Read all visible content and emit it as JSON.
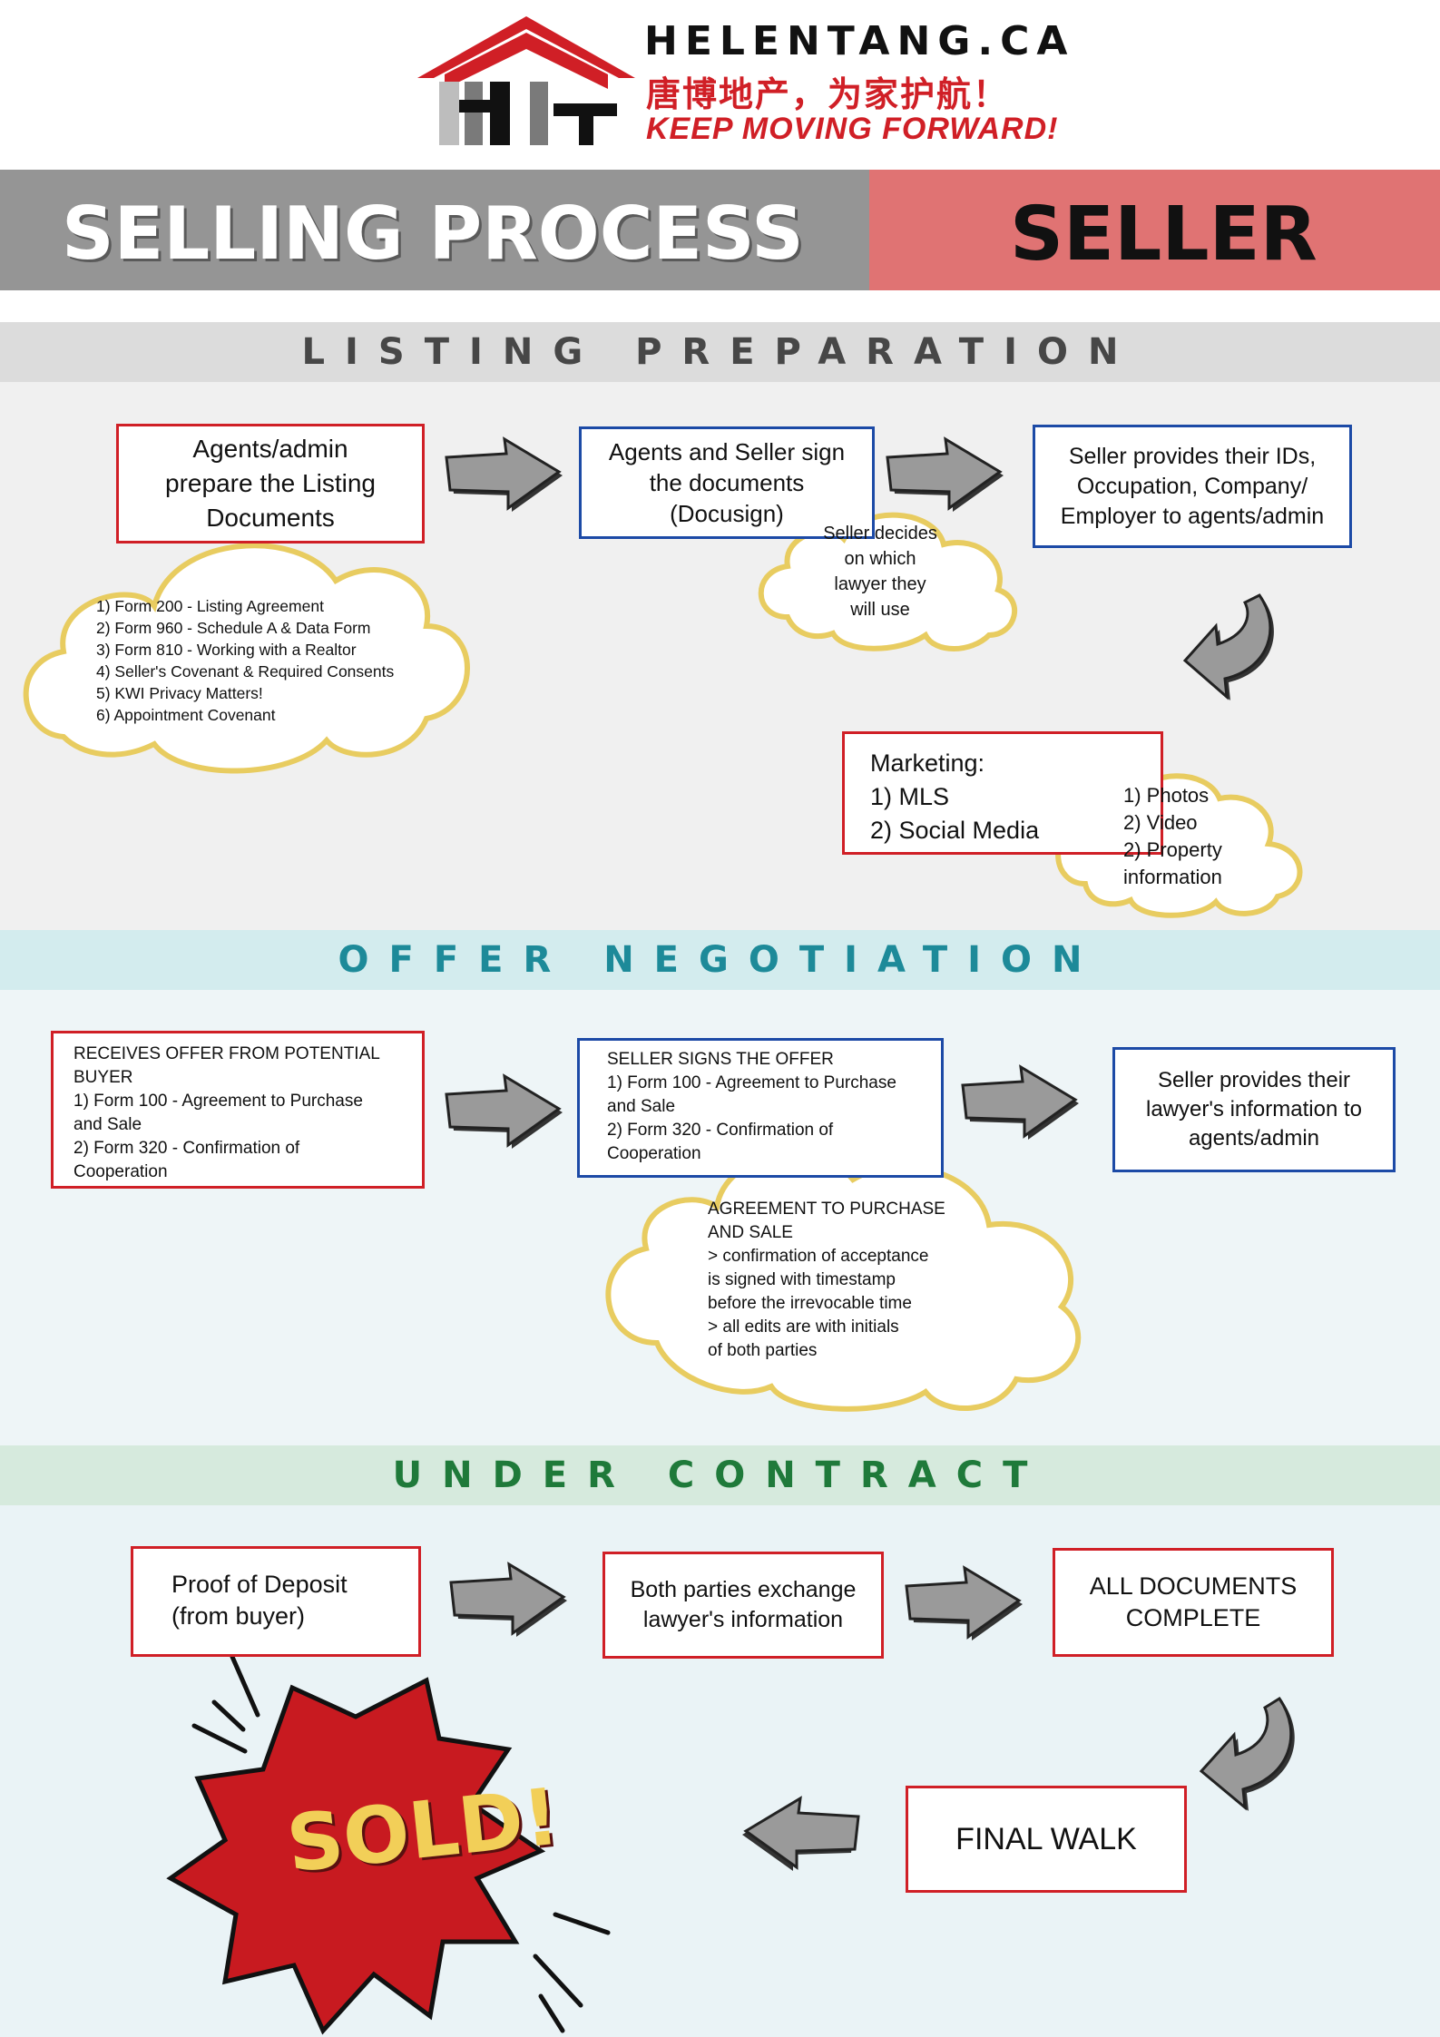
{
  "brand": {
    "name": "HELENTANG.CA",
    "chinese": "唐博地产，为家护航！",
    "slogan": "KEEP MOVING FORWARD!",
    "logo_letters": "HT"
  },
  "banner": {
    "left": "SELLING PROCESS",
    "right": "SELLER"
  },
  "sections": {
    "listing": {
      "title": "LISTING PREPARATION",
      "step1": "Agents/admin\nprepare the Listing\nDocuments",
      "step1_cloud": "1) Form 200 - Listing Agreement\n2) Form 960 - Schedule A & Data Form\n3) Form 810 - Working with a Realtor\n4) Seller's Covenant & Required Consents\n5) KWI Privacy Matters!\n6) Appointment Covenant",
      "step2": "Agents and Seller sign\nthe documents\n(Docusign)",
      "step2_cloud": "Seller decides\non which\nlawyer they\nwill use",
      "step3": "Seller provides their IDs,\nOccupation, Company/\nEmployer to agents/admin",
      "step4": "Marketing:\n1) MLS\n2) Social Media",
      "step4_cloud": "1) Photos\n2) Video\n2) Property\ninformation"
    },
    "offer": {
      "title": "OFFER NEGOTIATION",
      "step1": "RECEIVES OFFER FROM POTENTIAL\nBUYER\n1) Form 100 - Agreement to Purchase\nand Sale\n2) Form 320 - Confirmation of\nCooperation",
      "step2": "SELLER SIGNS THE OFFER\n1) Form 100 - Agreement to Purchase\nand Sale\n2) Form 320 - Confirmation of\nCooperation",
      "step2_cloud": "AGREEMENT TO PURCHASE\nAND SALE\n> confirmation of acceptance\n   is signed with timestamp\n    before the irrevocable time\n> all edits are with initials\n    of both parties",
      "step3": "Seller provides their\nlawyer's information to\nagents/admin"
    },
    "contract": {
      "title": "UNDER CONTRACT",
      "step1": "Proof of Deposit\n(from buyer)",
      "step2": "Both parties exchange\nlawyer's information",
      "step3": "ALL DOCUMENTS\nCOMPLETE",
      "step4": "FINAL WALK",
      "sold": "SOLD!"
    }
  },
  "colors": {
    "red": "#d01f26",
    "blue": "#1c4aa6",
    "cloud_border": "#e8cc60",
    "listing_head": "#474747",
    "offer_head": "#1d8a99",
    "contract_head": "#1f7a3a",
    "sold_text": "#f2cf58"
  },
  "icons": [
    "house-logo-icon",
    "right-arrow-icon",
    "curved-arrow-icon",
    "left-arrow-icon",
    "cloud-icon",
    "starburst-icon"
  ]
}
